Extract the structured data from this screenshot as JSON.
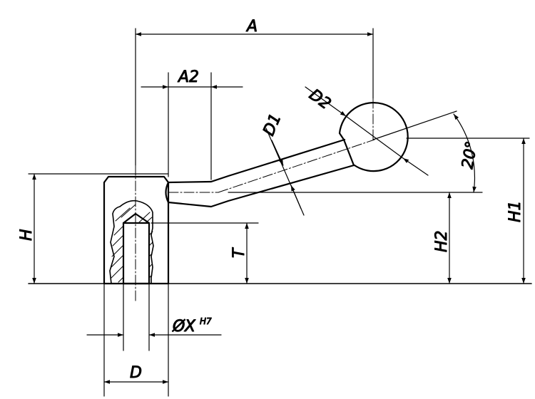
{
  "labels": {
    "a": "A",
    "a2": "A2",
    "d2": "D2",
    "d1": "D1",
    "angle": "20°",
    "h": "H",
    "h1": "H1",
    "h2": "H2",
    "t": "T",
    "x_prefix": "ØX",
    "x_tol": "H7",
    "d": "D"
  },
  "colors": {
    "stroke": "#000000",
    "background": "#ffffff"
  }
}
